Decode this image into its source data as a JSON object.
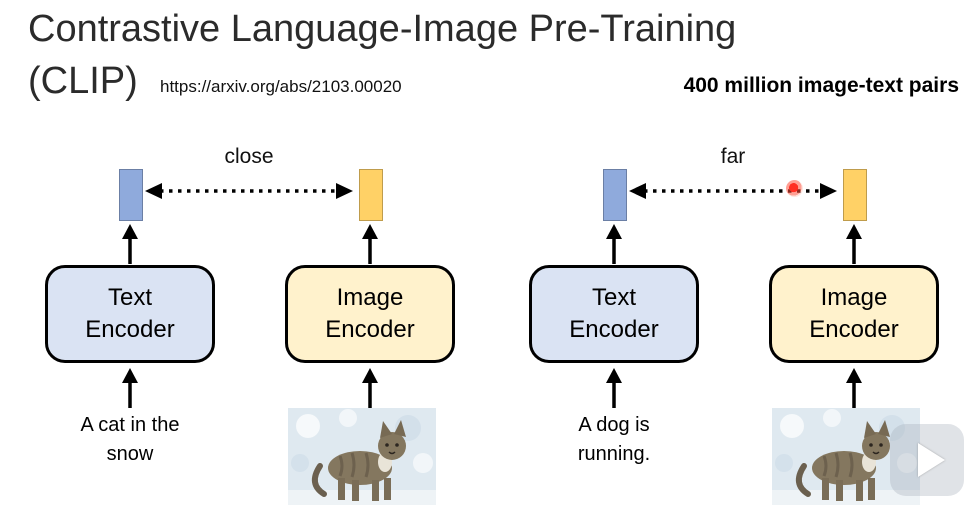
{
  "title": {
    "line1": "Contrastive Language-Image Pre-Training",
    "line2": "(CLIP)"
  },
  "subtitle": {
    "url": "https://arxiv.org/abs/2103.00020",
    "stat": "400 million image-text pairs"
  },
  "groups": [
    {
      "similarity_label": "close",
      "text_encoder": "Text Encoder",
      "image_encoder": "Image Encoder",
      "caption": "A cat in the snow"
    },
    {
      "similarity_label": "far",
      "text_encoder": "Text Encoder",
      "image_encoder": "Image Encoder",
      "caption": "A dog is running."
    }
  ],
  "icons": {
    "play_button": "play-icon",
    "laser_pointer": "laser-pointer-dot",
    "similarity_arrow": "double-headed-dotted-arrow-icon",
    "flow_arrow": "up-arrow-icon",
    "cat_photo": "cat-in-snow-photo"
  },
  "colors": {
    "text_embedding": "#8faadc",
    "image_embedding": "#ffd166",
    "text_encoder_fill": "#dae3f3",
    "image_encoder_fill": "#fff2cc",
    "box_border": "#000000",
    "laser_dot": "#ff2f23"
  }
}
